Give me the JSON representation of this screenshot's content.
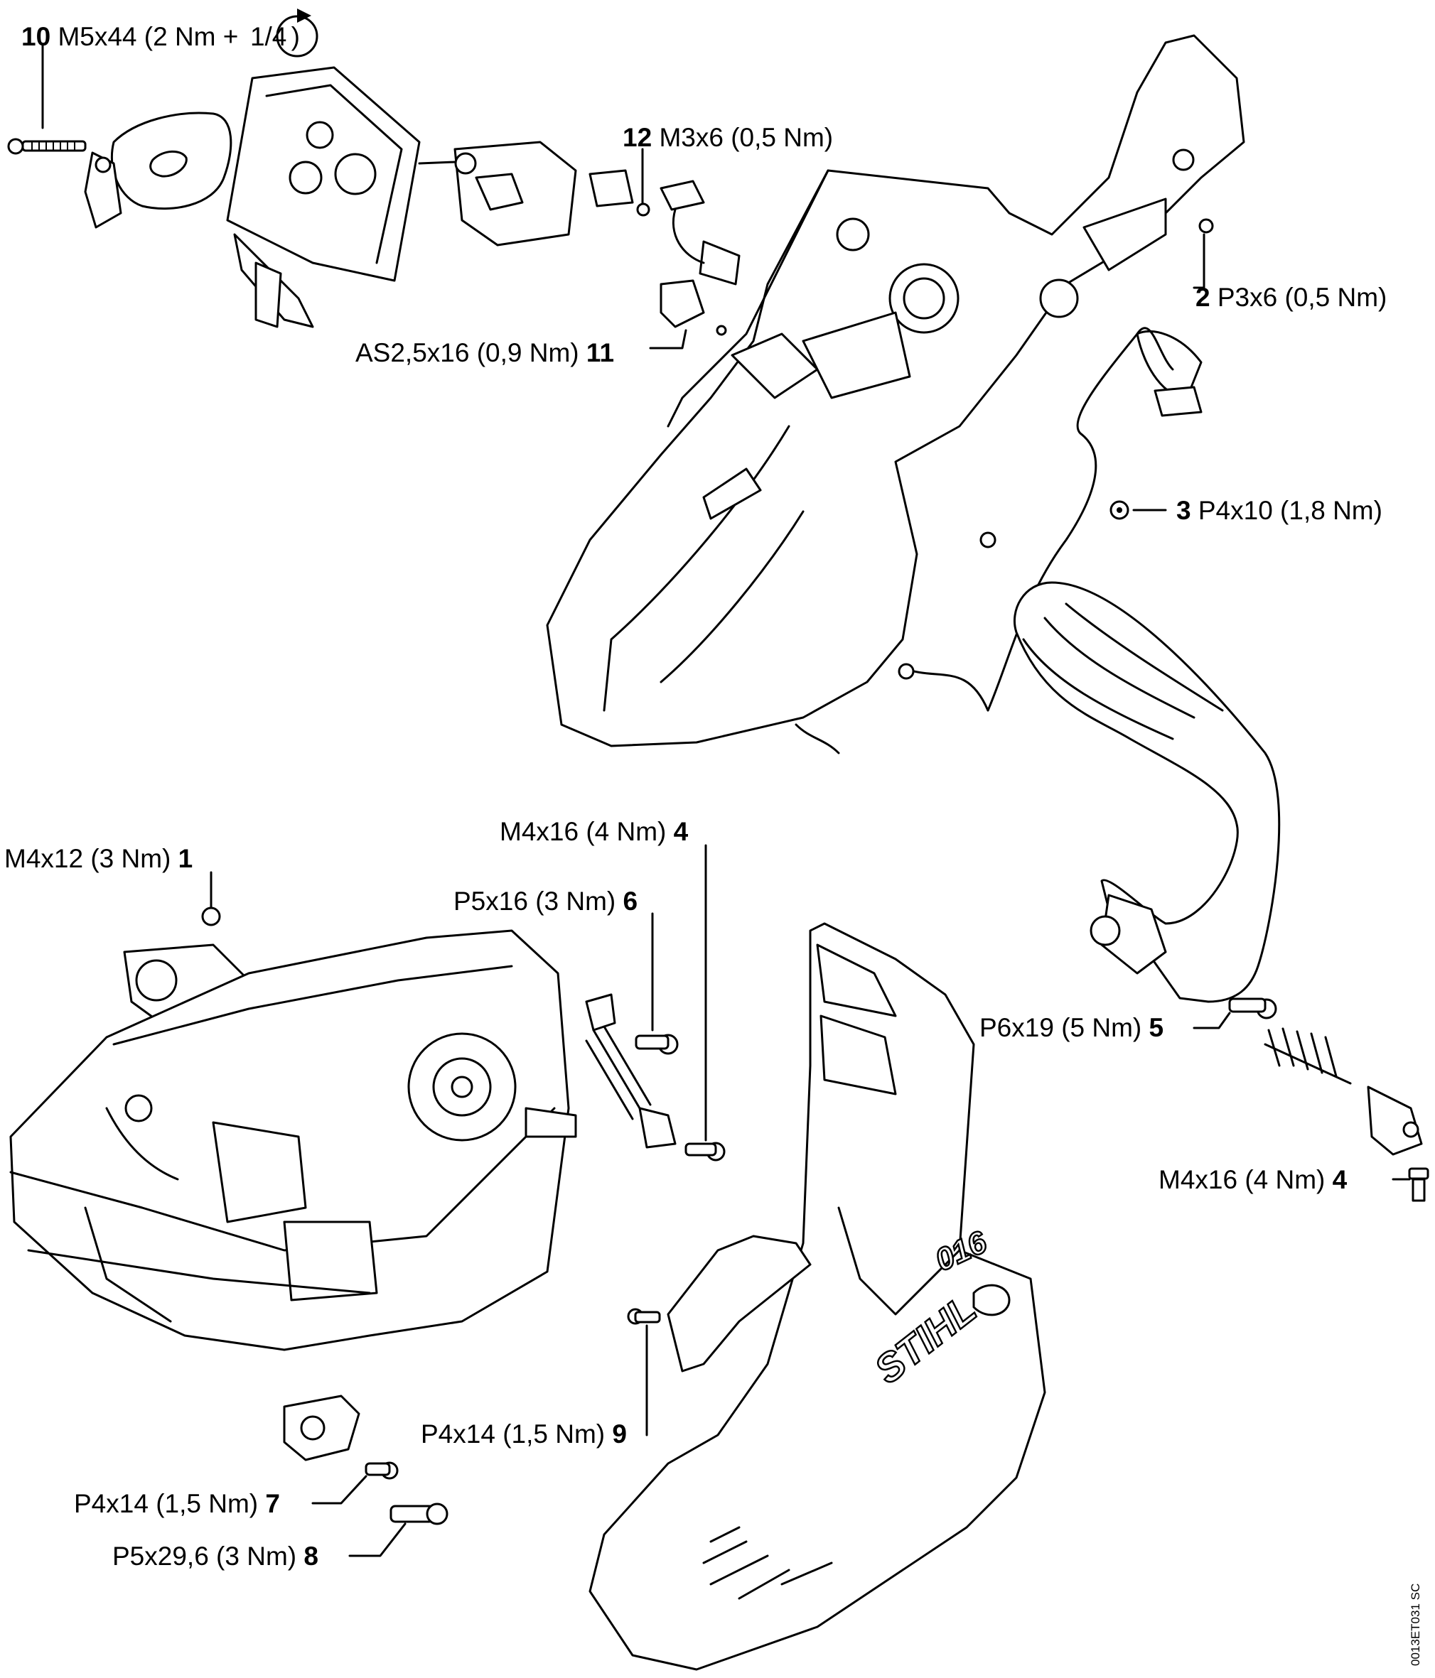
{
  "callouts": [
    {
      "num": "10",
      "spec": "M5x44 (2 Nm +",
      "turn": "1/4",
      "close": ")"
    },
    {
      "num": "12",
      "spec": "M3x6 (0,5 Nm)"
    },
    {
      "num": "2",
      "spec": "P3x6 (0,5 Nm)"
    },
    {
      "num": "11",
      "spec": "AS2,5x16 (0,9 Nm)"
    },
    {
      "num": "3",
      "spec": "P4x10 (1,8 Nm)"
    },
    {
      "num": "1",
      "spec": "M4x12 (3 Nm)"
    },
    {
      "num": "4",
      "spec": "M4x16 (4 Nm)"
    },
    {
      "num": "6",
      "spec": "P5x16 (3 Nm)"
    },
    {
      "num": "5",
      "spec": "P6x19 (5 Nm)"
    },
    {
      "num": "4",
      "spec": "M4x16 (4 Nm)"
    },
    {
      "num": "9",
      "spec": "P4x14 (1,5 Nm)"
    },
    {
      "num": "7",
      "spec": "P4x14 (1,5 Nm)"
    },
    {
      "num": "8",
      "spec": "P5x29,6 (3 Nm)"
    }
  ],
  "logos": {
    "brand": "STIHL",
    "model": "016"
  },
  "image_code": "0013ET031 SC"
}
